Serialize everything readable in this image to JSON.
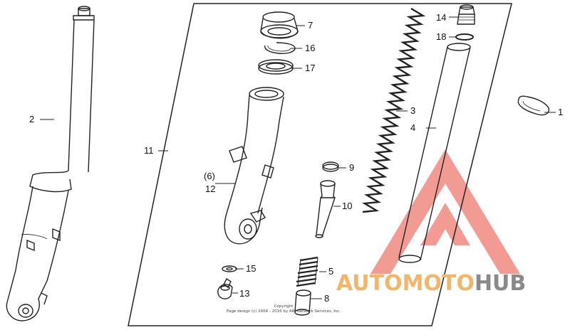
{
  "parts": [
    {
      "id": "p1",
      "label": "1"
    },
    {
      "id": "p2",
      "label": "2"
    },
    {
      "id": "p3",
      "label": "3"
    },
    {
      "id": "p4",
      "label": "4"
    },
    {
      "id": "p5",
      "label": "5"
    },
    {
      "id": "p6",
      "label": "(6)"
    },
    {
      "id": "p7",
      "label": "7"
    },
    {
      "id": "p8",
      "label": "8"
    },
    {
      "id": "p9",
      "label": "9"
    },
    {
      "id": "p10",
      "label": "10"
    },
    {
      "id": "p11",
      "label": "11"
    },
    {
      "id": "p12",
      "label": "12"
    },
    {
      "id": "p13",
      "label": "13"
    },
    {
      "id": "p14",
      "label": "14"
    },
    {
      "id": "p15",
      "label": "15"
    },
    {
      "id": "p16",
      "label": "16"
    },
    {
      "id": "p17",
      "label": "17"
    },
    {
      "id": "p18",
      "label": "18"
    }
  ],
  "copyright": {
    "line1": "Copyright",
    "line2": "Page design (c) 2004 - 2016 by ARI Network Services, Inc."
  },
  "watermark": {
    "part1": "AUTOMOTO",
    "part2": "HUB",
    "color_primary": "#f08a80",
    "color_secondary": "#f2b66a",
    "color_dark": "#8a8a8a"
  }
}
